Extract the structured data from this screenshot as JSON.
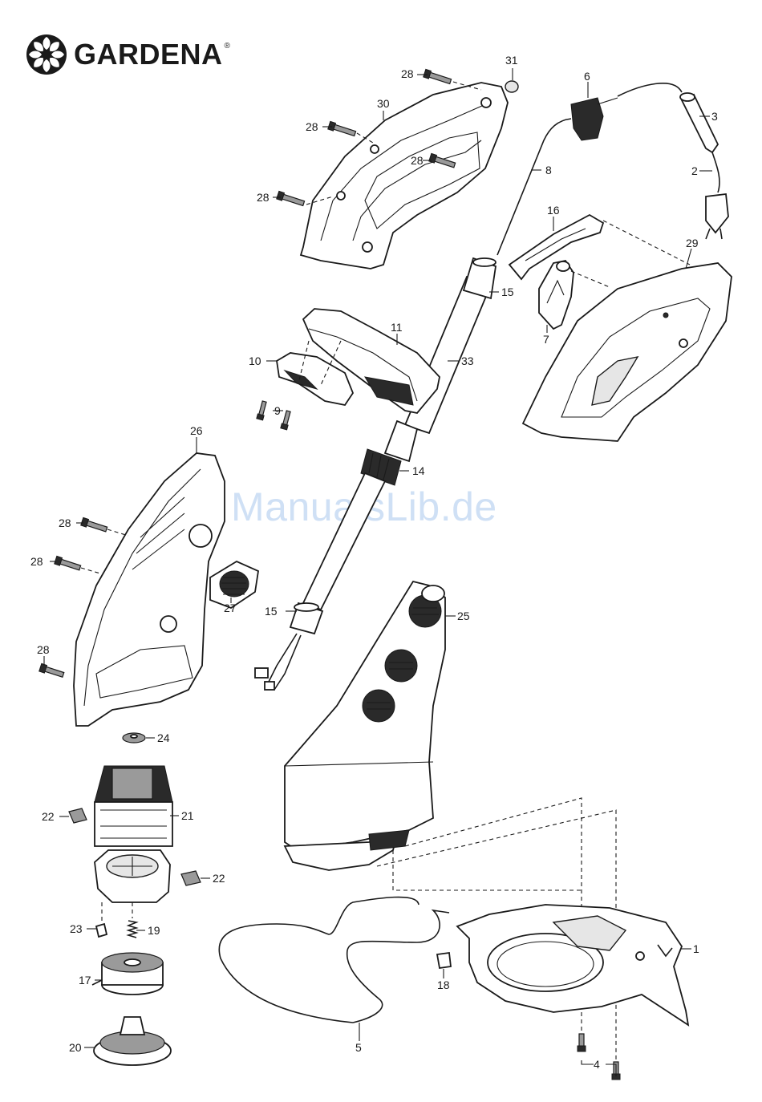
{
  "brand": {
    "name": "GARDENA",
    "reg": "®",
    "logo_icon": "gear-flower-logo"
  },
  "watermark": "ManualsLib.de",
  "part_labels": [
    "28",
    "31",
    "6",
    "30",
    "3",
    "28",
    "8",
    "2",
    "28",
    "28",
    "16",
    "29",
    "15",
    "7",
    "11",
    "33",
    "10",
    "9",
    "26",
    "14",
    "28",
    "28",
    "27",
    "15",
    "25",
    "28",
    "24",
    "21",
    "22",
    "22",
    "23",
    "19",
    "17",
    "18",
    "1",
    "5",
    "20",
    "4"
  ]
}
